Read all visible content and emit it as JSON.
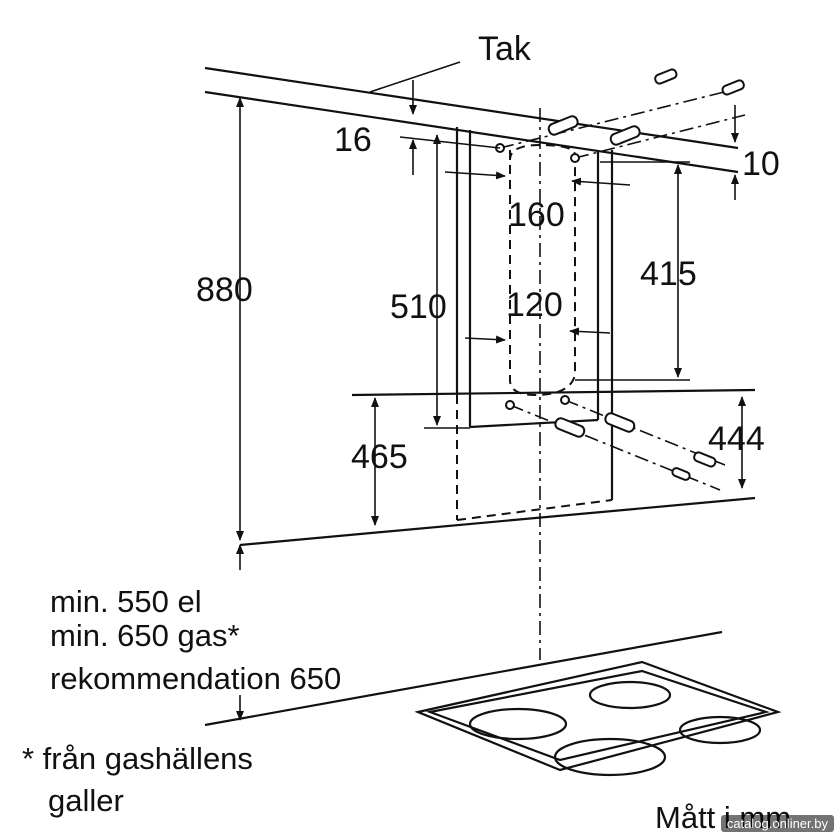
{
  "labels": {
    "ceiling": "Tak",
    "d16": "16",
    "d10": "10",
    "d160": "160",
    "d880": "880",
    "d415": "415",
    "d510": "510",
    "d120": "120",
    "d465": "465",
    "d444": "444"
  },
  "notes": {
    "min_line1": "min. 550 el",
    "min_line2": "min. 650 gas*",
    "min_line3": "rekommendation 650",
    "footnote_line1": "* från gashällens",
    "footnote_line2": "galler",
    "units": "Mått i mm"
  },
  "watermark": "catalog.onliner.by"
}
